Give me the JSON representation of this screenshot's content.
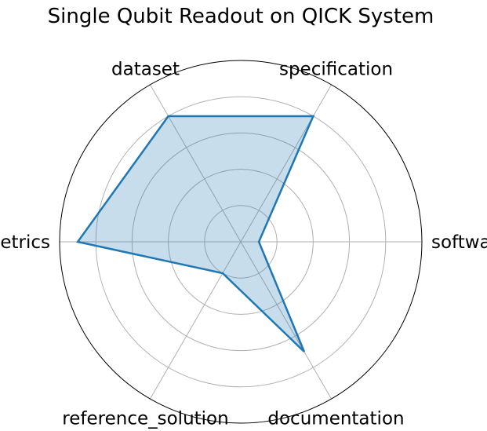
{
  "chart_data": {
    "type": "radar",
    "title": "Single Qubit Readout on QICK System",
    "categories": [
      "software",
      "specification",
      "dataset",
      "metrics",
      "reference_solution",
      "documentation"
    ],
    "values": [
      0.1,
      0.8,
      0.8,
      0.9,
      0.2,
      0.7
    ],
    "rlim": [
      0,
      1
    ],
    "gridlines": [
      0.2,
      0.4,
      0.6,
      0.8
    ],
    "grid": true,
    "colors": {
      "line": "#1f77b4",
      "fill": "#1f77b4",
      "grid": "#b0b0b0",
      "outer": "#000000"
    }
  }
}
